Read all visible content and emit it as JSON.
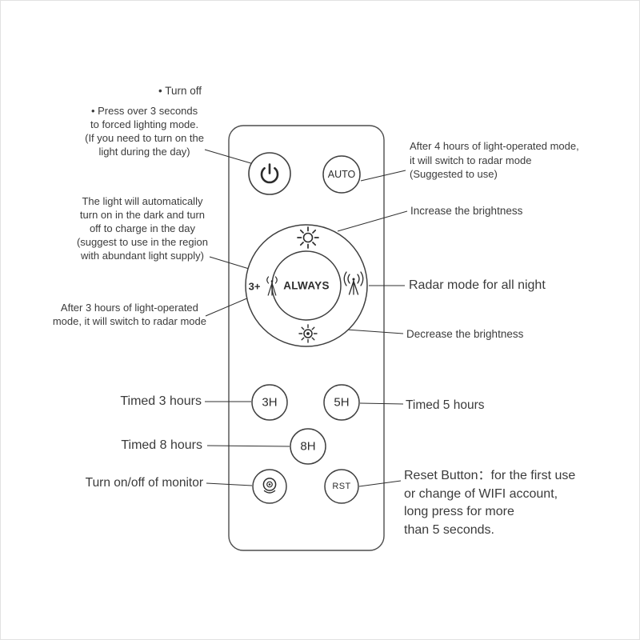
{
  "colors": {
    "ink": "#333333",
    "outline": "#454545",
    "text": "#3b3b3b"
  },
  "icons": {
    "power": "power-icon",
    "brightness_up": "sun-bright-icon",
    "brightness_down": "sun-dim-icon",
    "dial_left": "antenna-3h-icon",
    "radar": "radar-antenna-icon",
    "monitor": "webcam-icon"
  },
  "remote": {
    "auto_button_label": "AUTO",
    "always_button_label": "ALWAYS",
    "dial_left_label": "3+",
    "timed_3h_label": "3H",
    "timed_5h_label": "5H",
    "timed_8h_label": "8H",
    "reset_button_label": "RST"
  },
  "annotations_left": [
    {
      "text": "• Turn off"
    },
    {
      "text": "• Press over 3 seconds\nto forced lighting mode.\n(If you need to turn on the\nlight during the day)"
    },
    {
      "text": "The light will automatically\nturn on in the dark and turn\noff to charge in the day\n(suggest to use in the region\nwith abundant light supply)"
    },
    {
      "text": "After 3 hours of light-operated\nmode, it will switch to radar mode"
    },
    {
      "text": "Timed 3 hours"
    },
    {
      "text": "Timed 8 hours"
    },
    {
      "text": "Turn on/off of monitor"
    }
  ],
  "annotations_right": [
    {
      "text": "After 4 hours of light-operated mode,\nit will switch to radar mode\n(Suggested to use)"
    },
    {
      "text": "Increase the brightness"
    },
    {
      "text": "Radar mode for all night"
    },
    {
      "text": "Decrease the brightness"
    },
    {
      "text": "Timed 5 hours"
    },
    {
      "text": "Reset Button：for the first use\nor change of WIFI account,\nlong press for more\nthan 5 seconds."
    }
  ]
}
